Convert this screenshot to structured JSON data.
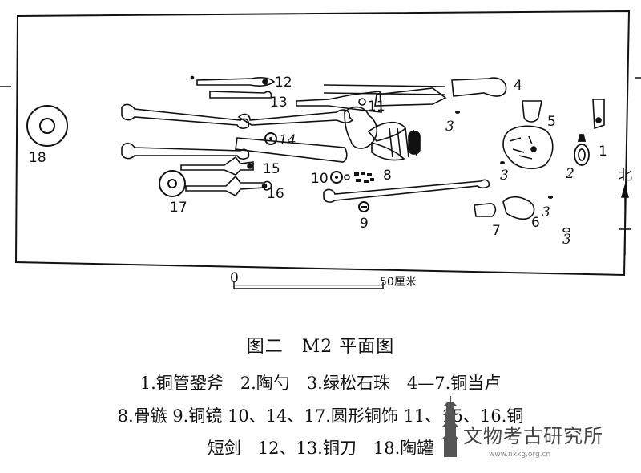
{
  "plan": {
    "labels": {
      "n1": "1",
      "n2": "2",
      "n3a": "3",
      "n3b": "3",
      "n3c": "3",
      "n3d": "3",
      "n4": "4",
      "n5": "5",
      "n6": "6",
      "n7": "7",
      "n8": "8",
      "n9": "9",
      "n10": "10",
      "n11": "11",
      "n12": "12",
      "n13": "13",
      "n14": "14",
      "n15": "15",
      "n16": "16",
      "n17": "17",
      "n18": "18"
    },
    "north_label": "北",
    "scale": {
      "start": "0",
      "end": "50厘米"
    }
  },
  "caption": {
    "title": "图二　M2 平面图",
    "legend_line1": "1.铜管銎斧　2.陶勺　3.绿松石珠　4—7.铜当卢",
    "legend_line2": "8.骨镞 9.铜镜 10、14、17.圆形铜饰 11、15、16.铜",
    "legend_line3": "短剑　12、13.铜刀　18.陶罐"
  },
  "watermark": {
    "text": "文物考古研究所",
    "url": "www.nxkg.org.cn",
    "icon": "pagoda-icon"
  }
}
